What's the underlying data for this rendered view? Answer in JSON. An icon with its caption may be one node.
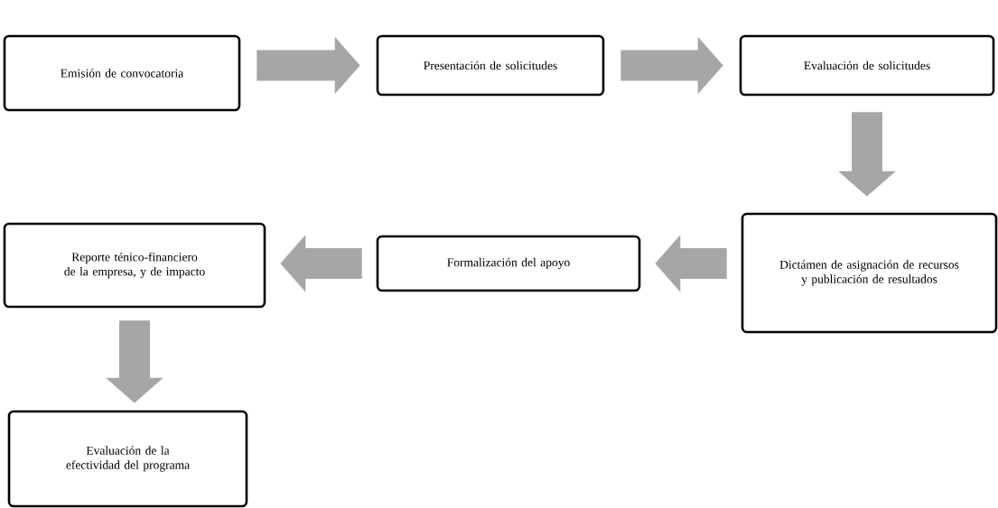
{
  "diagram": {
    "nodes": [
      {
        "text": [
          "Emisión de convocatoria"
        ]
      },
      {
        "text": [
          "Presentación de solicitudes"
        ]
      },
      {
        "text": [
          "Evaluación de solicitudes"
        ]
      },
      {
        "text": [
          "Dictámen de asignación de recursos y publicación de resultados"
        ]
      },
      {
        "text": [
          "Formalización del apoyo"
        ]
      },
      {
        "text": [
          "Reporte ténico-financiero de la empresa, y de impacto"
        ]
      },
      {
        "text": [
          "Evaluación de la efectividad del programa"
        ]
      }
    ],
    "edges": [
      {
        "from": 0,
        "to": 1,
        "arrow": "to"
      },
      {
        "from": 1,
        "to": 2,
        "arrow": "to"
      },
      {
        "from": 2,
        "to": 3,
        "arrow": "to"
      },
      {
        "from": 3,
        "to": 4,
        "arrow": "to"
      },
      {
        "from": 4,
        "to": 5,
        "arrow": "to"
      },
      {
        "from": 5,
        "to": 6,
        "arrow": "to"
      }
    ]
  }
}
